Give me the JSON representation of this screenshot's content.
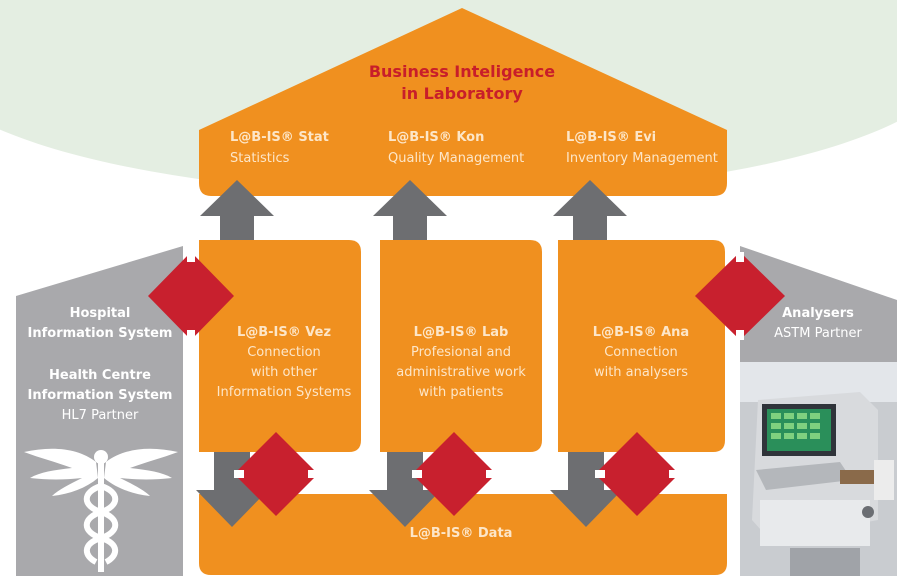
{
  "colors": {
    "orange": "#f0901f",
    "grey_panel": "#a9a9ac",
    "dark_arrow": "#6d6e71",
    "red_diamond": "#c8202e",
    "background_ellipse": "#e4eee2",
    "title_red": "#c81e2a"
  },
  "header": {
    "title_line1": "Business Inteligence",
    "title_line2": "in Laboratory"
  },
  "top_modules": [
    {
      "name": "L@B-IS® Stat",
      "subtitle": "Statistics"
    },
    {
      "name": "L@B-IS® Kon",
      "subtitle": "Quality Management"
    },
    {
      "name": "L@B-IS® Evi",
      "subtitle": "Inventory Management"
    }
  ],
  "middle_modules": [
    {
      "name": "L@B-IS® Vez",
      "line1": "Connection",
      "line2": "with other",
      "line3": "Information Systems"
    },
    {
      "name": "L@B-IS® Lab",
      "line1": "Profesional and",
      "line2": "administrative work",
      "line3": "with patients"
    },
    {
      "name": "L@B-IS® Ana",
      "line1": "Connection",
      "line2": "with analysers",
      "line3": ""
    }
  ],
  "data_module": {
    "name": "L@B-IS® Data"
  },
  "left_panel": {
    "title1": "Hospital",
    "title2": "Information System",
    "title3": "Health Centre",
    "title4": "Information System",
    "subtitle": "HL7 Partner",
    "icon": "caduceus-icon"
  },
  "right_panel": {
    "title": "Analysers",
    "subtitle": "ASTM Partner",
    "image": "laboratory-analyser-photo"
  }
}
